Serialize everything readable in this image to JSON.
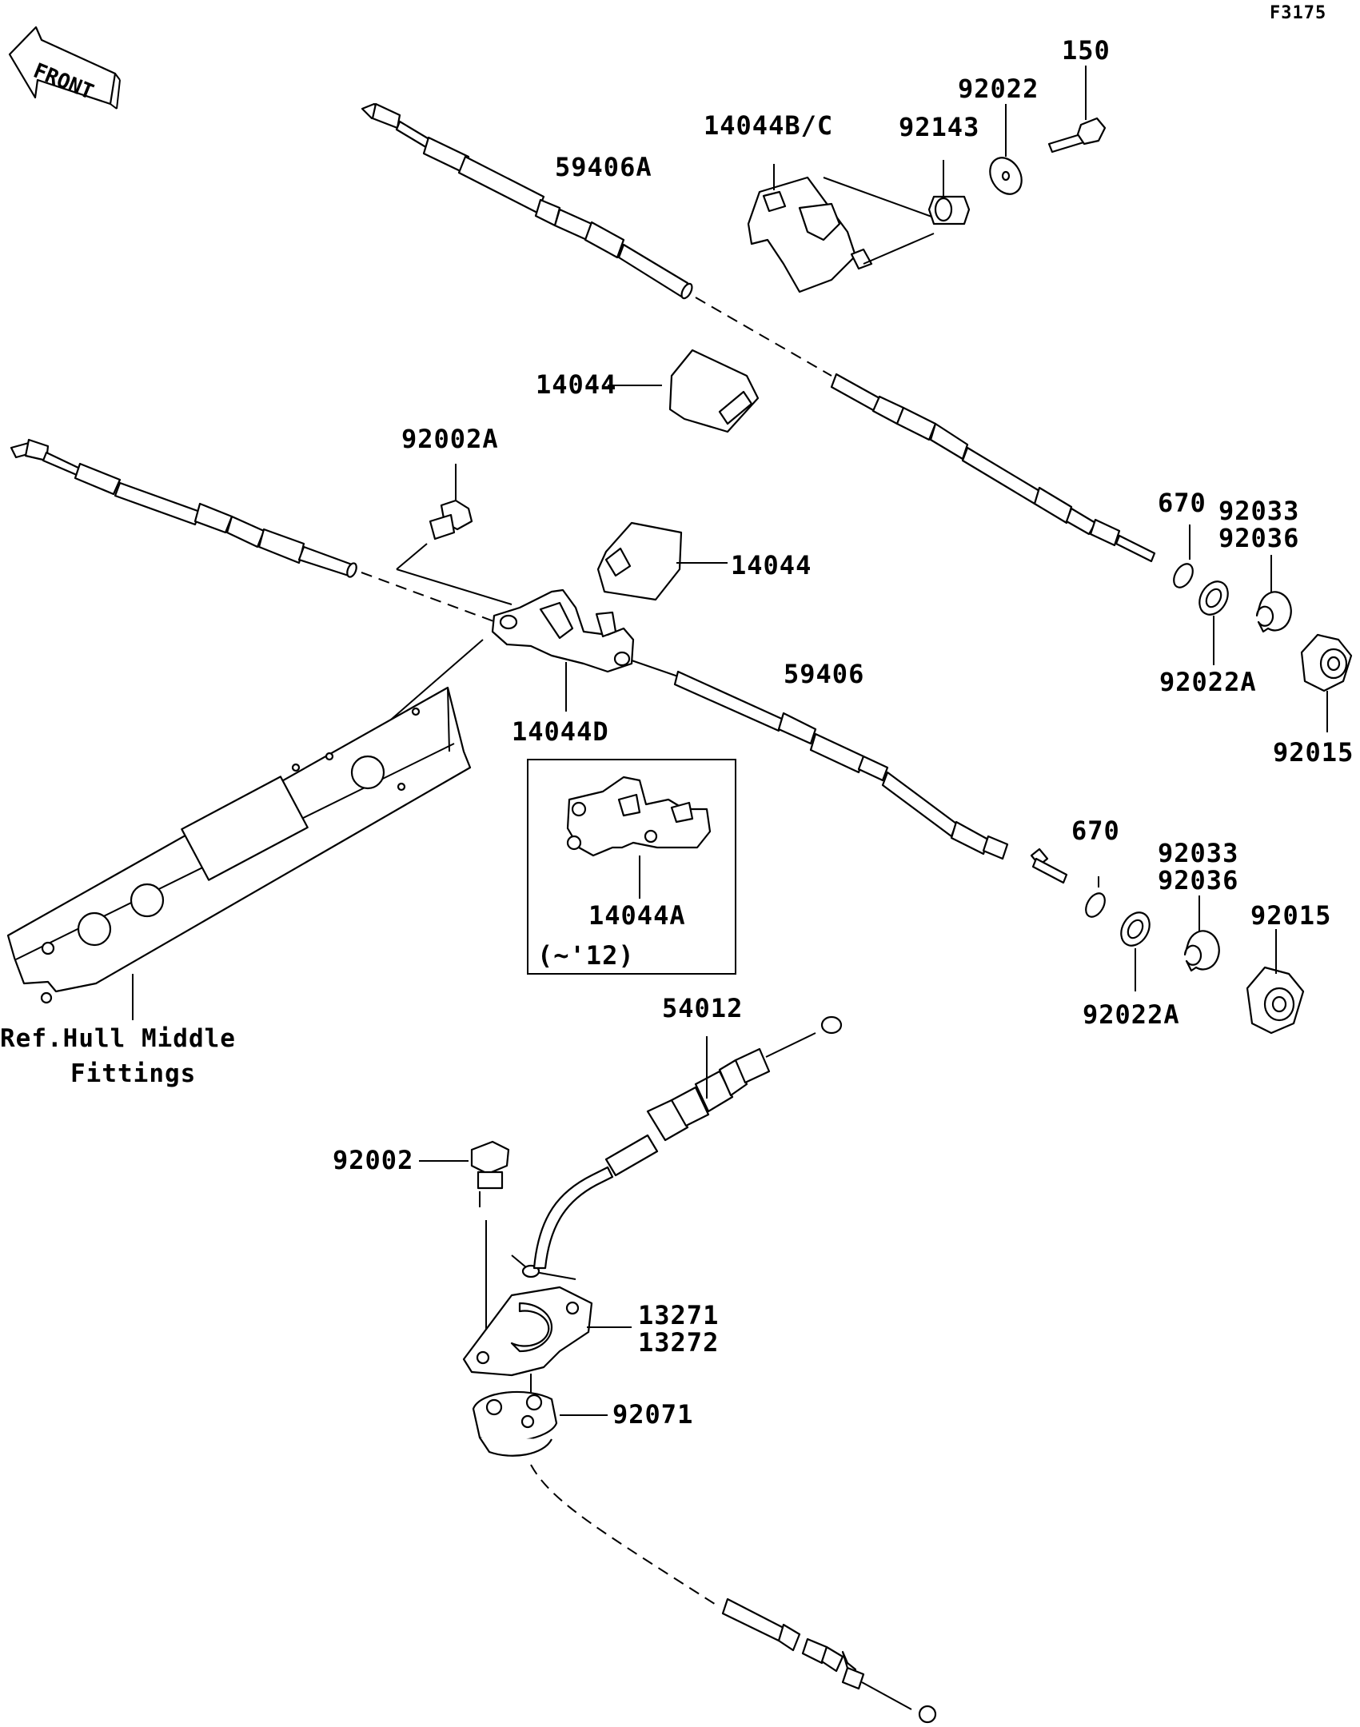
{
  "diagram_code": "F3175",
  "front_arrow": {
    "text": "FRONT",
    "icon": "front-direction-arrow-icon"
  },
  "note_early_model": "(~'12)",
  "reference": {
    "line1": "Ref.Hull Middle",
    "line2": "Fittings"
  },
  "parts": {
    "p150": "150",
    "p92022": "92022",
    "p92143": "92143",
    "p14044bc": "14044B/C",
    "p59406a": "59406A",
    "p14044_top": "14044",
    "p92002a": "92002A",
    "p14044_mid": "14044",
    "p670_top": "670",
    "p92033_top": "92033",
    "p92036_top": "92036",
    "p92022a_top": "92022A",
    "p92015_top": "92015",
    "p59406": "59406",
    "p14044d": "14044D",
    "p14044a": "14044A",
    "p670_bot": "670",
    "p92033_bot": "92033",
    "p92036_bot": "92036",
    "p92015_bot": "92015",
    "p92022a_bot": "92022A",
    "p54012": "54012",
    "p92002": "92002",
    "p13271": "13271",
    "p13272": "13272",
    "p92071": "92071"
  }
}
